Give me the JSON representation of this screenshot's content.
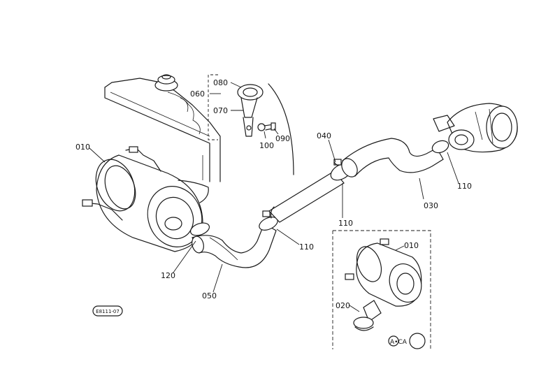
{
  "labels": {
    "p010": "010",
    "p020": "020",
    "p030": "030",
    "p040": "040",
    "p050": "050",
    "p060": "060",
    "p070": "070",
    "p080": "080",
    "p090": "090",
    "p100": "100",
    "p110a": "110",
    "p110b": "110",
    "p110c": "110",
    "p120": "120",
    "p010b": "010"
  },
  "inset_code": "A•CA",
  "drawing_code": "E8111-07"
}
